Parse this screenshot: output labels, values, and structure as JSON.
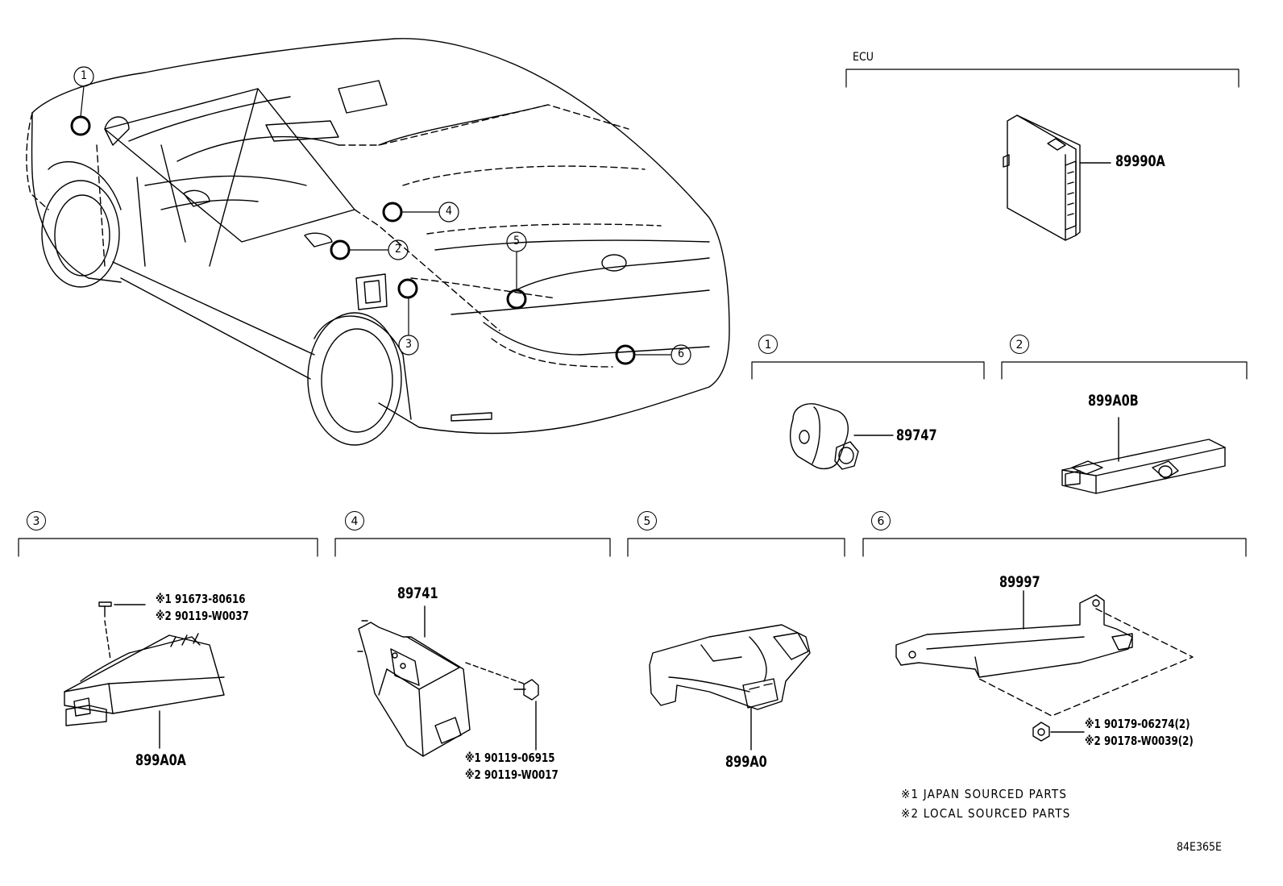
{
  "ecu_label": "ECU",
  "diagram_code": "84E365E",
  "callouts": [
    "1",
    "2",
    "3",
    "4",
    "5",
    "6"
  ],
  "sections": {
    "s1": {
      "num": "1",
      "part": "89747"
    },
    "s2": {
      "num": "2",
      "part": "899A0B"
    },
    "s3": {
      "num": "3",
      "part": "899A0A",
      "fastener_1": "※1 91673-80616",
      "fastener_2": "※2 90119-W0037"
    },
    "s4": {
      "num": "4",
      "part": "89741",
      "fastener_1": "※1 90119-06915",
      "fastener_2": "※2 90119-W0017"
    },
    "s5": {
      "num": "5",
      "part": "899A0"
    },
    "s6": {
      "num": "6",
      "part": "89997",
      "fastener_1": "※1 90179-06274(2)",
      "fastener_2": "※2 90178-W0039(2)"
    },
    "ecu": {
      "part": "89990A"
    }
  },
  "notes": {
    "note_1": "※1 JAPAN SOURCED PARTS",
    "note_2": "※2 LOCAL SOURCED PARTS"
  }
}
